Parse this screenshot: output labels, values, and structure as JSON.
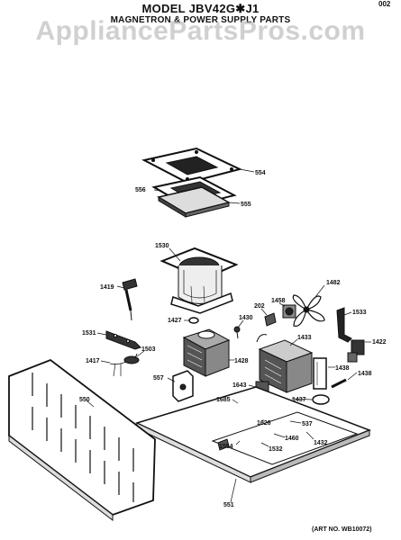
{
  "header": {
    "model_title": "MODEL JBV42G✱J1",
    "section_title": "MAGNETRON & POWER SUPPLY PARTS",
    "watermark": "AppliancePartsPros.com",
    "corner_mark": "002"
  },
  "parts": {
    "p554": "554",
    "p556": "556",
    "p555": "555",
    "p1530": "1530",
    "p1419": "1419",
    "p1427": "1427",
    "p1430": "1430",
    "p202": "202",
    "p1458": "1458",
    "p1482": "1482",
    "p1533": "1533",
    "p1531": "1531",
    "p1503": "1503",
    "p1417": "1417",
    "p1433": "1433",
    "p1422": "1422",
    "p557": "557",
    "p1428": "1428",
    "p1438a": "1438",
    "p1438b": "1438",
    "p550": "550",
    "p1643": "1643",
    "p1437": "1437",
    "p1685": "1685",
    "p1626": "1626",
    "p1460": "1460",
    "p537": "537",
    "p1432": "1432",
    "p1554": "1554",
    "p1532": "1532",
    "p551": "551"
  },
  "footer": {
    "art_no": "(ART NO. WB10072)"
  }
}
